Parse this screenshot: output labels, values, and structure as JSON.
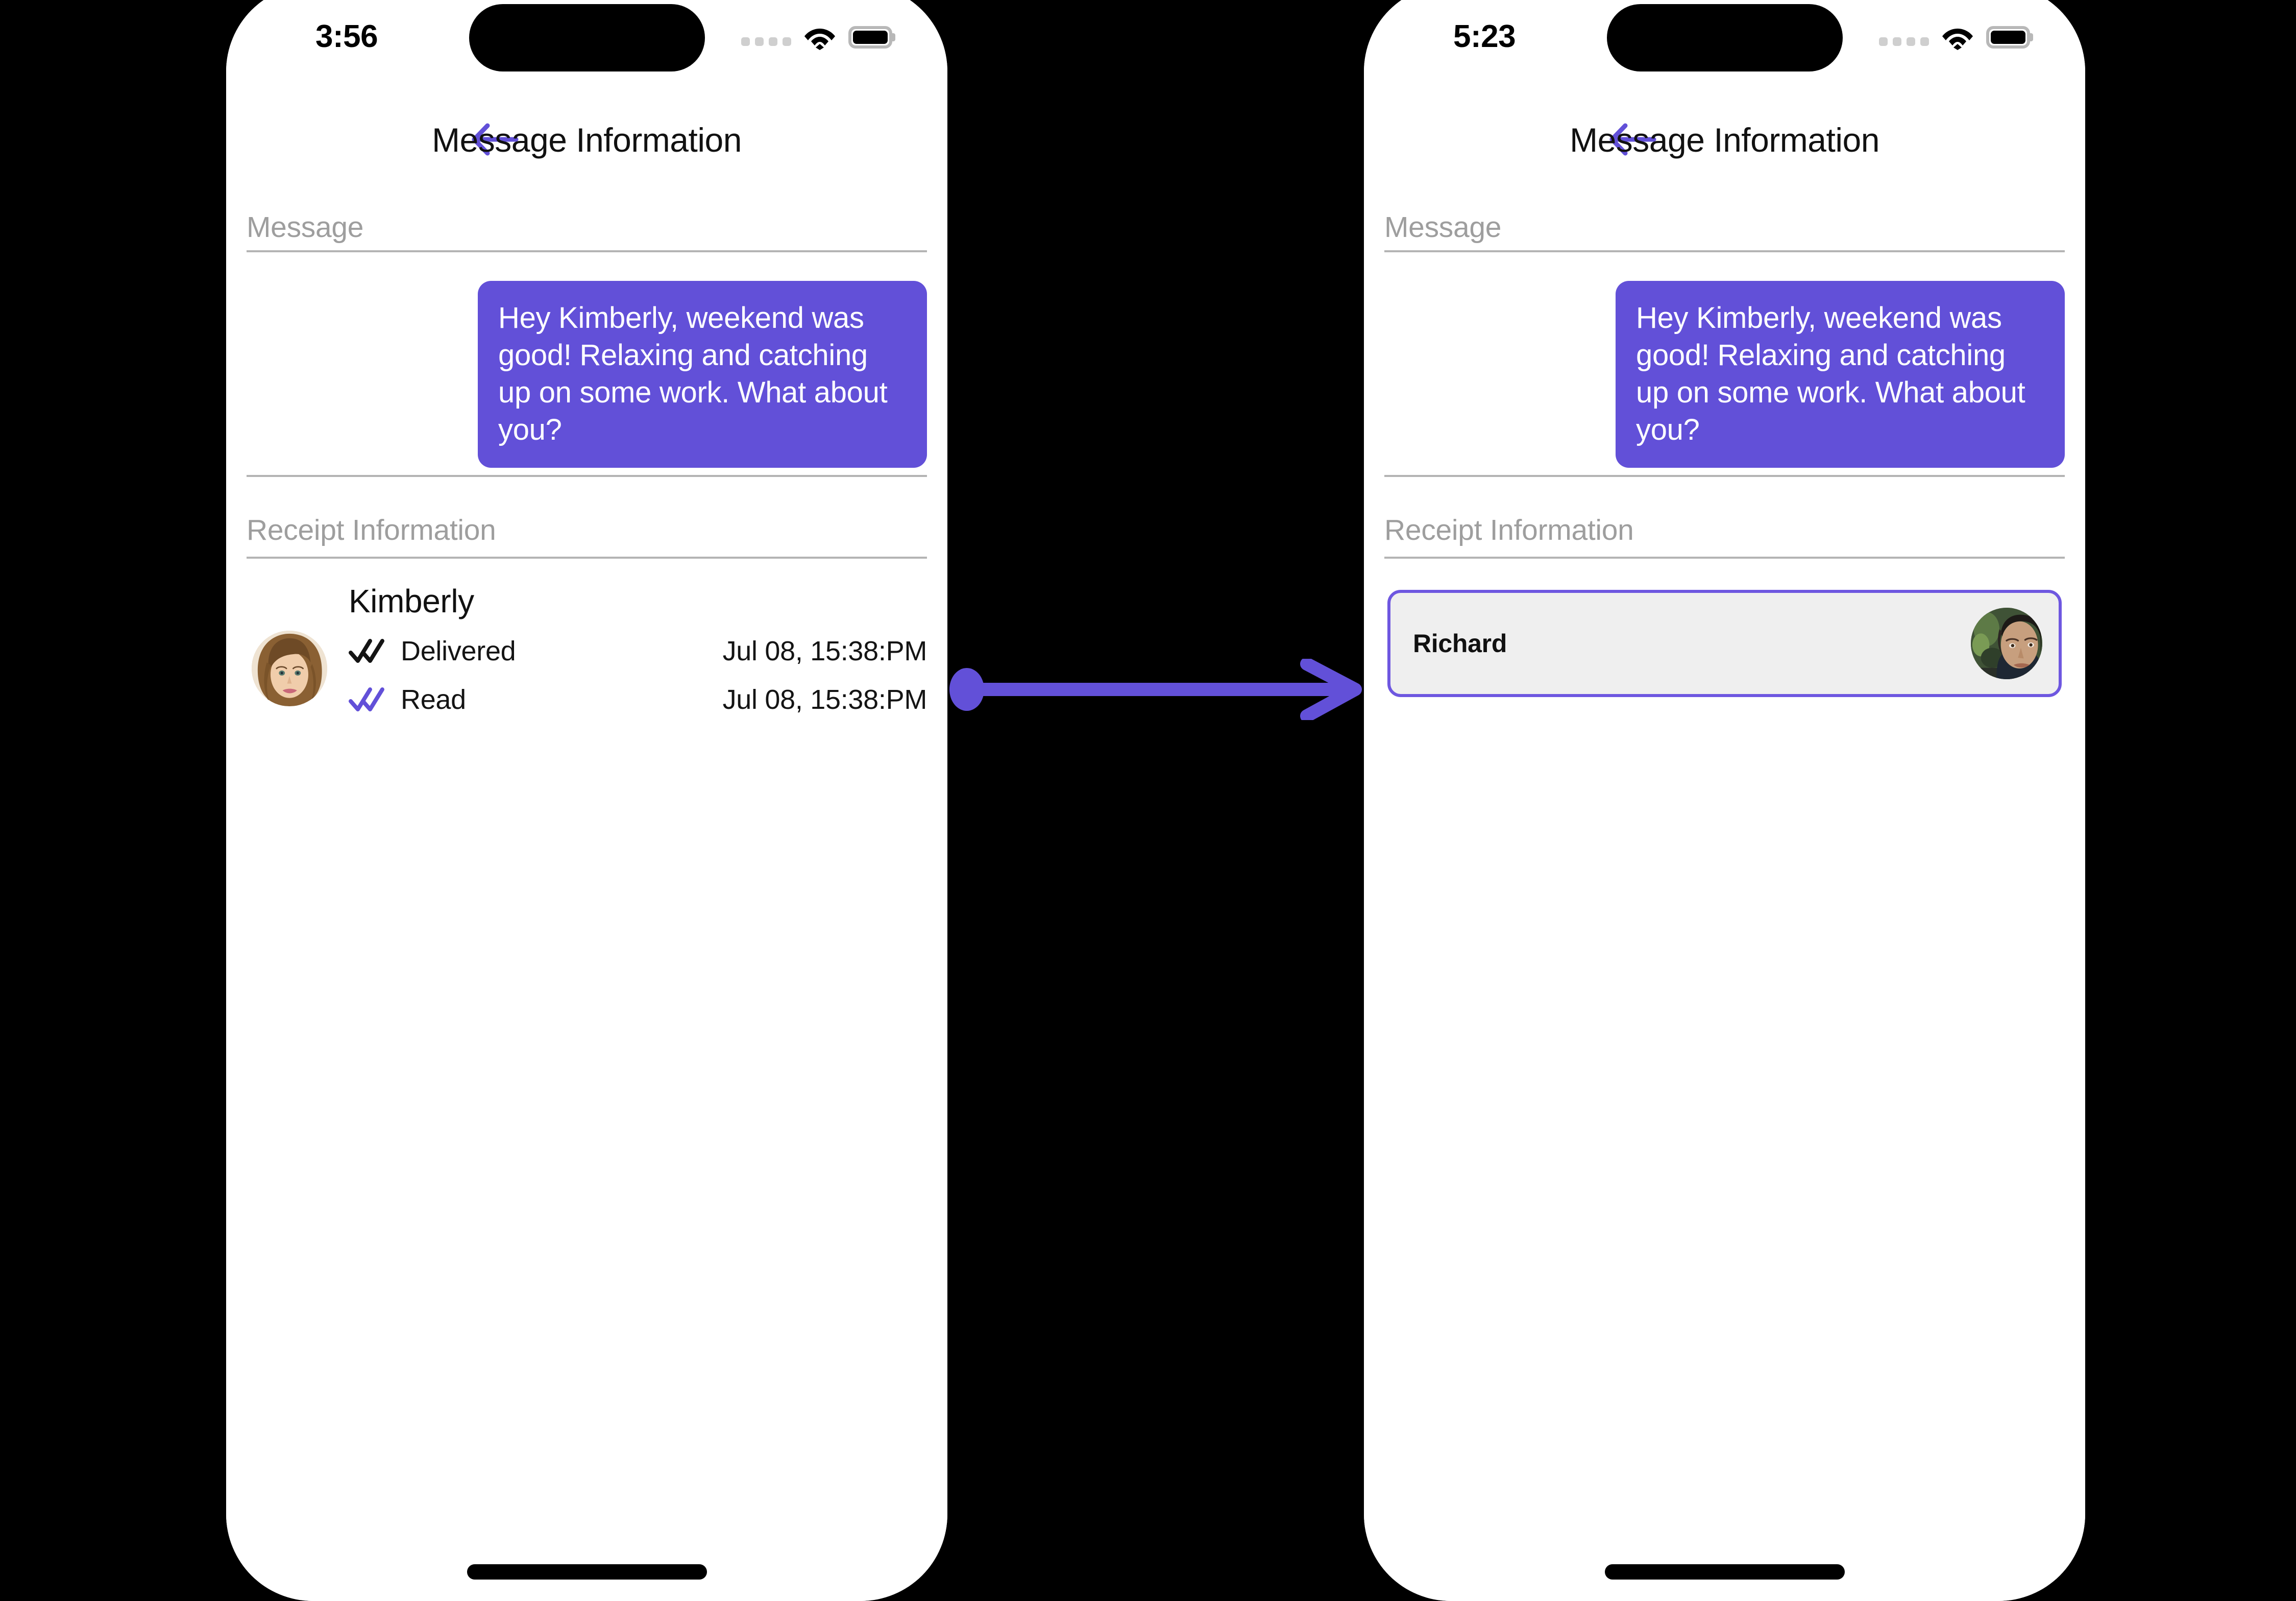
{
  "canvas": {
    "background": "#000000",
    "accent_purple": "#6250d8",
    "border_purple": "#6e57e0",
    "card_gray": "#efefef",
    "label_gray": "#9e9e9e"
  },
  "connector": {
    "name": "flow-arrow",
    "direction": "left-to-right",
    "color": "#6250d8"
  },
  "screens": [
    {
      "id": "before",
      "status_bar": {
        "time": "3:56",
        "cellular_icon": "cellular-dots-icon",
        "wifi_icon": "wifi-icon",
        "battery_icon": "battery-icon"
      },
      "nav": {
        "back_icon": "back-arrow-icon",
        "title": "Message Information"
      },
      "sections": {
        "message_label": "Message",
        "receipt_label": "Receipt Information"
      },
      "bubble": {
        "text": "Hey Kimberly, weekend was good!  Relaxing and catching up on some work. What about you?",
        "align": "right",
        "background": "#6250d8",
        "color": "#ffffff"
      },
      "receipt": {
        "contact_name": "Kimberly",
        "avatar_icon": "avatar-kimberly",
        "rows": [
          {
            "ticks_icon": "double-check-icon",
            "ticks_color": "#141414",
            "status": "Delivered",
            "timestamp": "Jul 08, 15:38:PM"
          },
          {
            "ticks_icon": "double-check-icon",
            "ticks_color": "#6250d8",
            "status": "Read",
            "timestamp": "Jul 08, 15:38:PM"
          }
        ]
      },
      "home_indicator": "home-indicator"
    },
    {
      "id": "after",
      "status_bar": {
        "time": "5:23",
        "cellular_icon": "cellular-dots-icon",
        "wifi_icon": "wifi-icon",
        "battery_icon": "battery-icon"
      },
      "nav": {
        "back_icon": "back-arrow-icon",
        "title": "Message Information"
      },
      "sections": {
        "message_label": "Message",
        "receipt_label": "Receipt Information"
      },
      "bubble": {
        "text": "Hey Kimberly, weekend was good!  Relaxing and catching up on some work. What about you?",
        "align": "right",
        "background": "#6250d8",
        "color": "#ffffff"
      },
      "receipt": {
        "selected_card": {
          "contact_name": "Richard",
          "avatar_icon": "avatar-richard",
          "background": "#efefef",
          "border_color": "#6e57e0",
          "selected": true
        }
      },
      "home_indicator": "home-indicator"
    }
  ]
}
